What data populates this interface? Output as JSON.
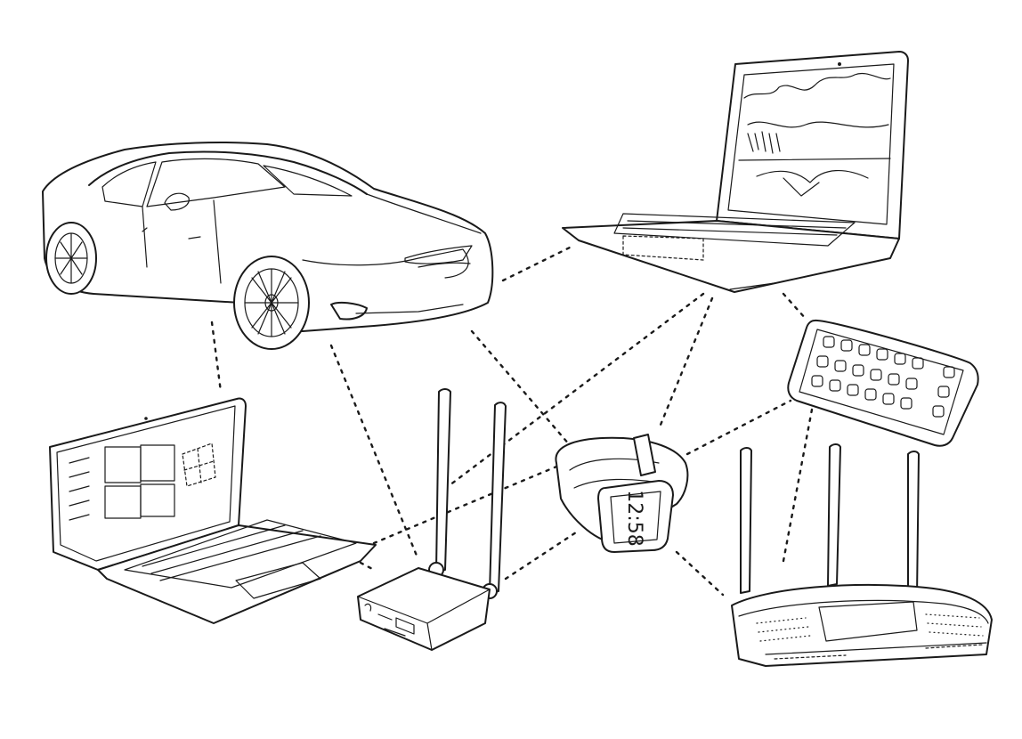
{
  "diagram": {
    "nodes": [
      {
        "id": "car",
        "kind": "electric-car"
      },
      {
        "id": "laptop_top",
        "kind": "laptop-landscape-screen"
      },
      {
        "id": "laptop_left",
        "kind": "laptop-tiles-screen"
      },
      {
        "id": "phone",
        "kind": "smartphone-landscape"
      },
      {
        "id": "watch",
        "kind": "smartwatch"
      },
      {
        "id": "modem",
        "kind": "lte-router-two-antennas"
      },
      {
        "id": "router",
        "kind": "wifi-router-three-antennas"
      }
    ],
    "links": [
      {
        "from": "car",
        "to": "laptop_left"
      },
      {
        "from": "car",
        "to": "modem"
      },
      {
        "from": "car",
        "to": "watch"
      },
      {
        "from": "car",
        "to": "laptop_top"
      },
      {
        "from": "laptop_top",
        "to": "modem"
      },
      {
        "from": "laptop_top",
        "to": "watch"
      },
      {
        "from": "laptop_top",
        "to": "phone"
      },
      {
        "from": "laptop_left",
        "to": "modem"
      },
      {
        "from": "laptop_left",
        "to": "watch"
      },
      {
        "from": "modem",
        "to": "watch"
      },
      {
        "from": "watch",
        "to": "phone"
      },
      {
        "from": "watch",
        "to": "router"
      },
      {
        "from": "phone",
        "to": "router"
      }
    ],
    "watch_face": {
      "time": "12:58"
    },
    "line_style": "dotted",
    "ink_color": "#1a1a1a",
    "background": "#ffffff"
  }
}
